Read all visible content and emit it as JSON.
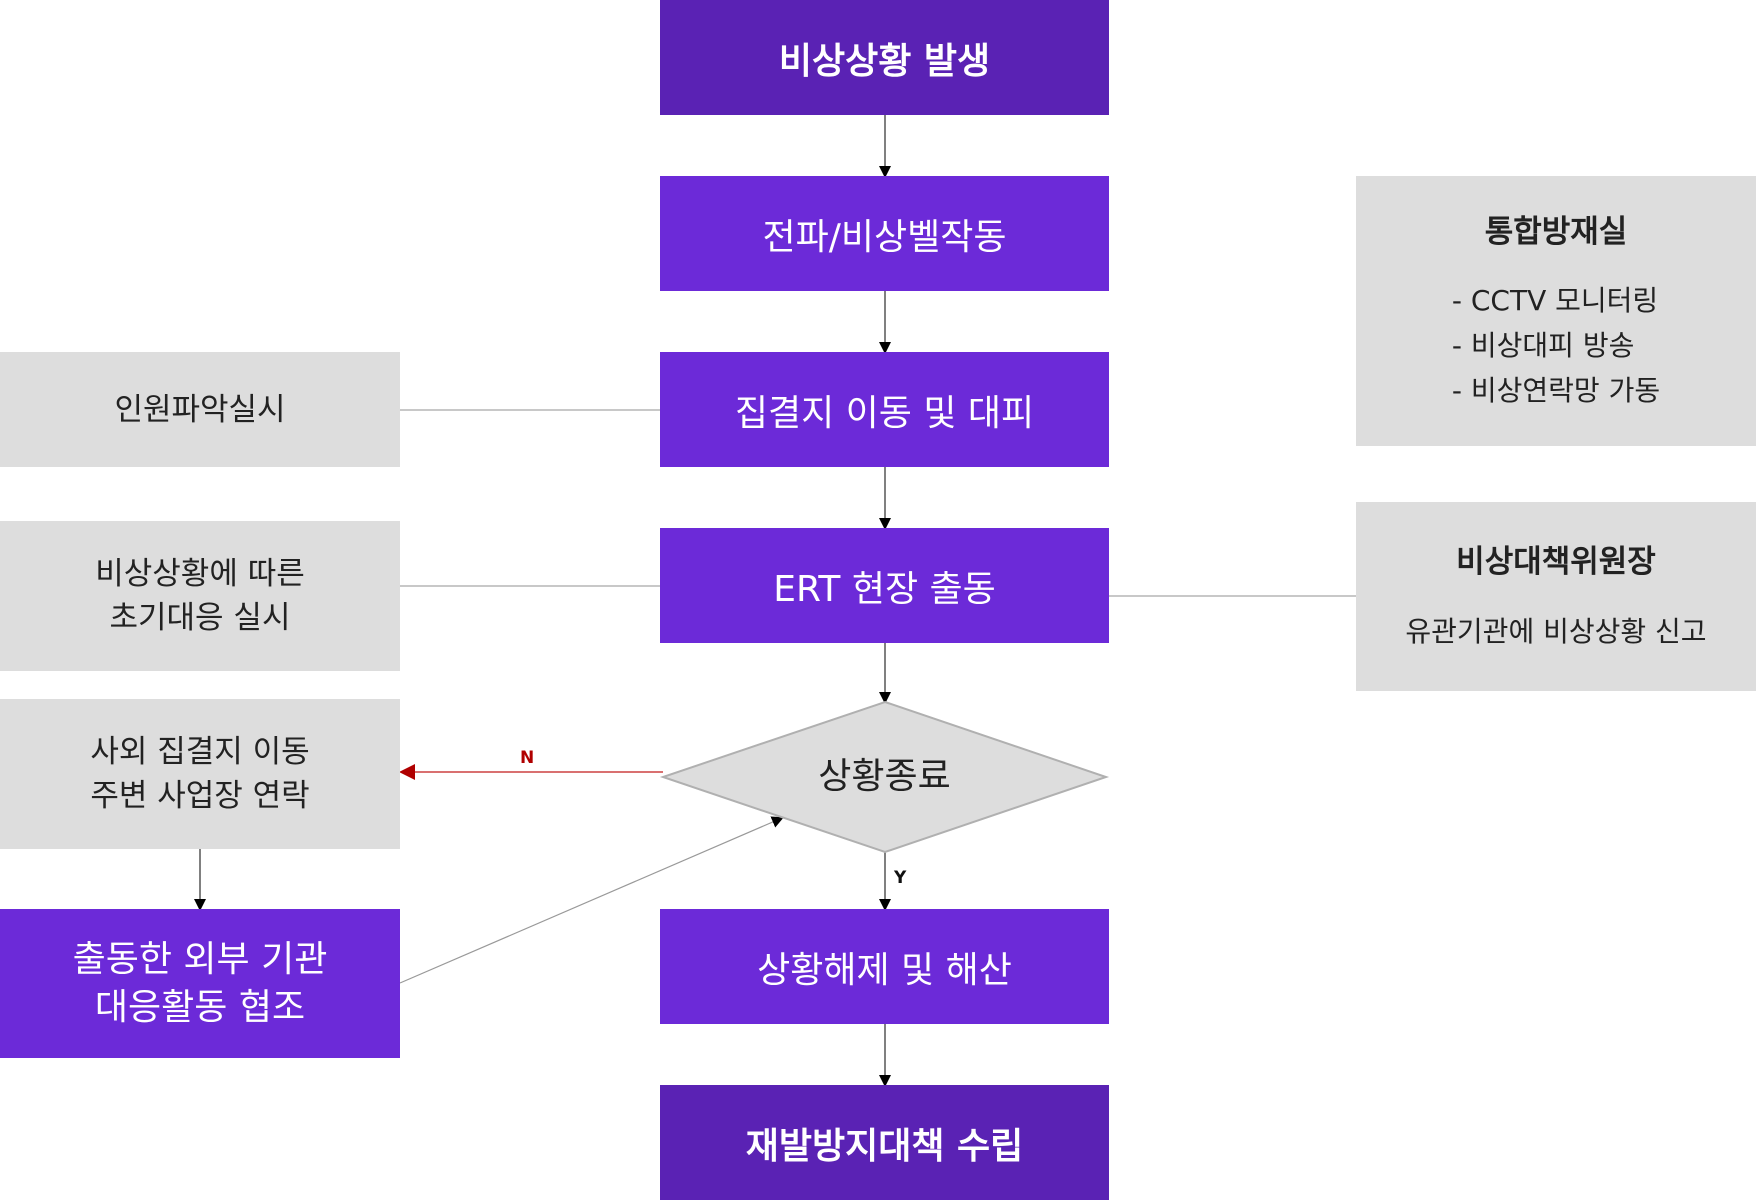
{
  "flowchart": {
    "main_flow": [
      {
        "id": "start",
        "label": "비상상황 발생",
        "style": "dark"
      },
      {
        "id": "alert",
        "label": "전파/비상벨작동",
        "style": "bright"
      },
      {
        "id": "evacuate",
        "label": "집결지 이동 및 대피",
        "style": "bright"
      },
      {
        "id": "ert",
        "label": "ERT 현장 출동",
        "style": "bright"
      },
      {
        "id": "decision",
        "label": "상황종료",
        "style": "diamond"
      },
      {
        "id": "release",
        "label": "상황해제 및 해산",
        "style": "bright"
      },
      {
        "id": "prevent",
        "label": "재발방지대책 수립",
        "style": "dark"
      }
    ],
    "left_nodes": {
      "headcount": {
        "label": "인원파악실시"
      },
      "initial_response": {
        "lines": [
          "비상상황에 따른",
          "초기대응 실시"
        ]
      },
      "offsite": {
        "lines": [
          "사외 집결지 이동",
          "주변 사업장 연락"
        ]
      },
      "cooperate": {
        "lines": [
          "출동한 외부 기관",
          "대응활동 협조"
        ]
      }
    },
    "right_nodes": {
      "control_room": {
        "title": "통합방재실",
        "items": [
          "- CCTV 모니터링",
          "- 비상대피 방송",
          "- 비상연락망 가동"
        ]
      },
      "committee": {
        "title": "비상대책위원장",
        "subtitle": "유관기관에 비상상황 신고"
      }
    },
    "edge_labels": {
      "no": "N",
      "yes": "Y"
    }
  },
  "colors": {
    "dark_purple": "#5a22b4",
    "bright_purple": "#6c2ad8",
    "gray_box": "#dddddd",
    "no_edge": "#b00000",
    "connector": "#555555"
  }
}
